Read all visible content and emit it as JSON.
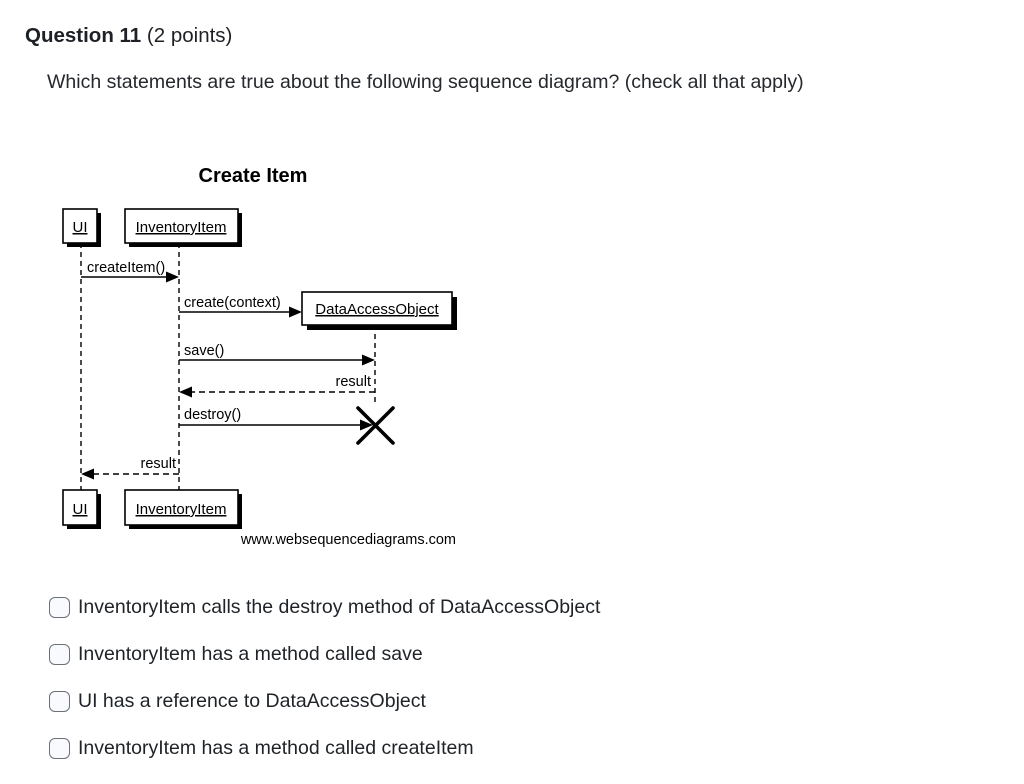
{
  "header": {
    "title": "Question 11",
    "points": "(2 points)"
  },
  "question": {
    "text": "Which statements are true about the following sequence diagram? (check all that apply)"
  },
  "diagram": {
    "title": "Create Item",
    "participants": {
      "ui": "UI",
      "inventory_item": "InventoryItem",
      "data_access_object": "DataAccessObject"
    },
    "messages": {
      "create_item": "createItem()",
      "create_context": "create(context)",
      "save": "save()",
      "result_dao": "result",
      "destroy": "destroy()",
      "result_ui": "result"
    },
    "watermark": "www.websequencediagrams.com"
  },
  "options": [
    {
      "label": "InventoryItem calls the destroy method of DataAccessObject",
      "checked": false
    },
    {
      "label": "InventoryItem has a method called save",
      "checked": false
    },
    {
      "label": "UI has a reference to DataAccessObject",
      "checked": false
    },
    {
      "label": "InventoryItem has a method called createItem",
      "checked": false
    }
  ]
}
